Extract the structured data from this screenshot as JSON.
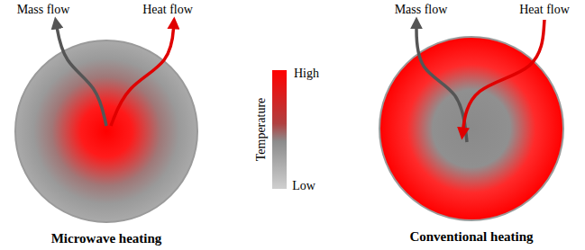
{
  "diagram": {
    "nodes": [
      {
        "text": [
          "Microwave heating"
        ]
      },
      {
        "text": [
          "Conventional heating"
        ]
      }
    ],
    "labels": [
      "Mass flow",
      "Heat flow",
      "Mass flow",
      "Heat flow",
      "High",
      "Temperature",
      "Low"
    ]
  }
}
